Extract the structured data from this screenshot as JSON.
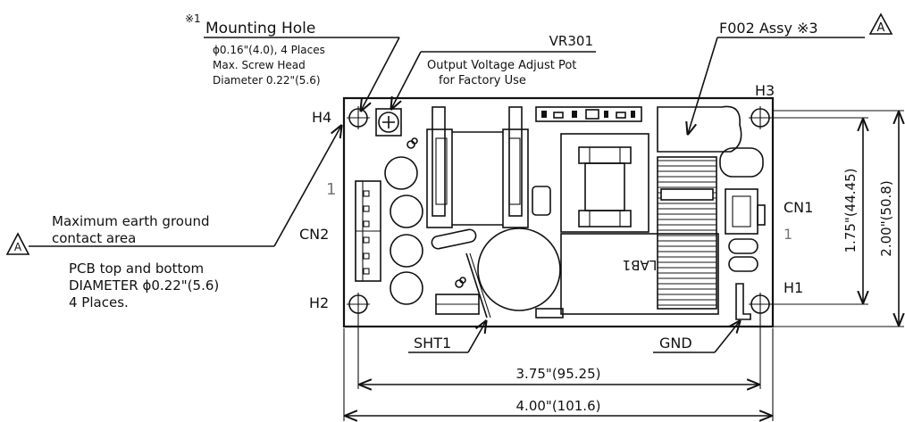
{
  "callouts": {
    "mounting_mark": "※1",
    "mounting_title": "Mounting Hole",
    "mounting_spec_1": "ϕ0.16\"(4.0), 4 Places",
    "mounting_spec_2": "Max. Screw Head",
    "mounting_spec_3": "Diameter 0.22\"(5.6)",
    "vr_title": "VR301",
    "vr_desc_1": "Output Voltage Adjust Pot",
    "vr_desc_2": "for Factory Use",
    "fuse_label": "F002 Assy ※3",
    "revision_mark": "A",
    "earth_line_1": "Maximum earth ground",
    "earth_line_2": "contact area",
    "pcb_line_1": "PCB top and bottom",
    "pcb_line_2": "DIAMETER ϕ0.22\"(5.6)",
    "pcb_line_3": "4 Places."
  },
  "labels": {
    "h1": "H1",
    "h2": "H2",
    "h3": "H3",
    "h4": "H4",
    "cn1": "CN1",
    "cn1_pin": "1",
    "cn2": "CN2",
    "cn2_pin": "1",
    "sht1": "SHT1",
    "gnd": "GND",
    "transformer": "LAB1"
  },
  "dimensions": {
    "inner_width": "3.75\"(95.25)",
    "outer_width": "4.00\"(101.6)",
    "inner_height": "1.75\"(44.45)",
    "outer_height": "2.00\"(50.8)"
  }
}
